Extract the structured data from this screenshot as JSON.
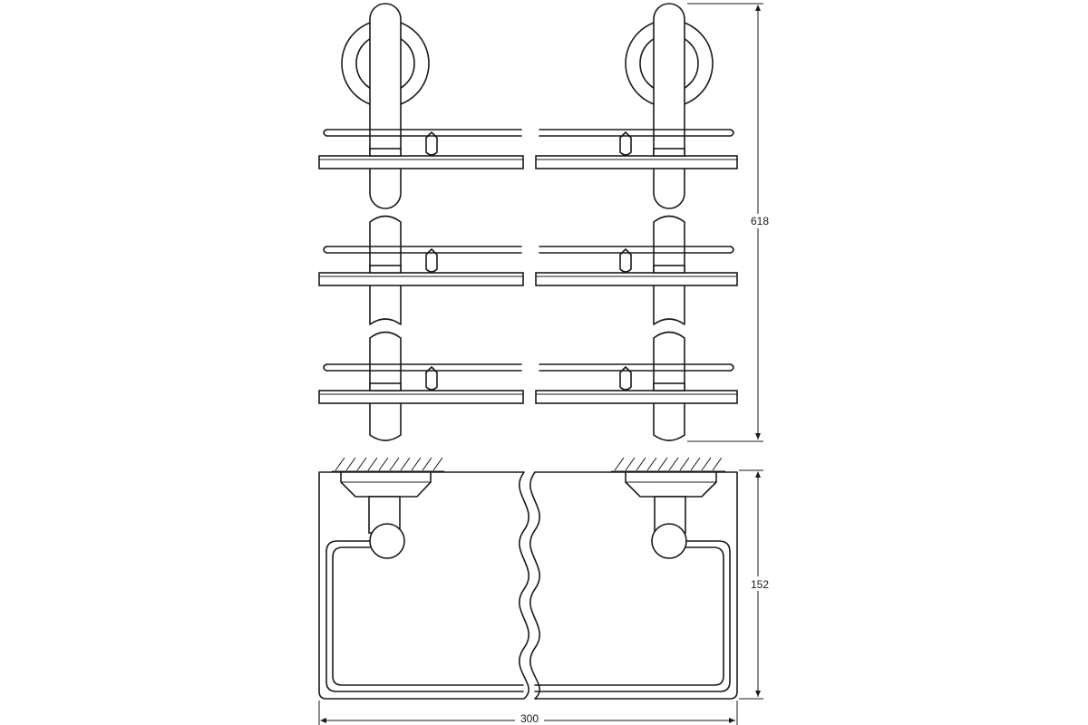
{
  "drawing": {
    "dimensions": {
      "height_front": "618",
      "depth_side": "152",
      "width": "300"
    }
  }
}
